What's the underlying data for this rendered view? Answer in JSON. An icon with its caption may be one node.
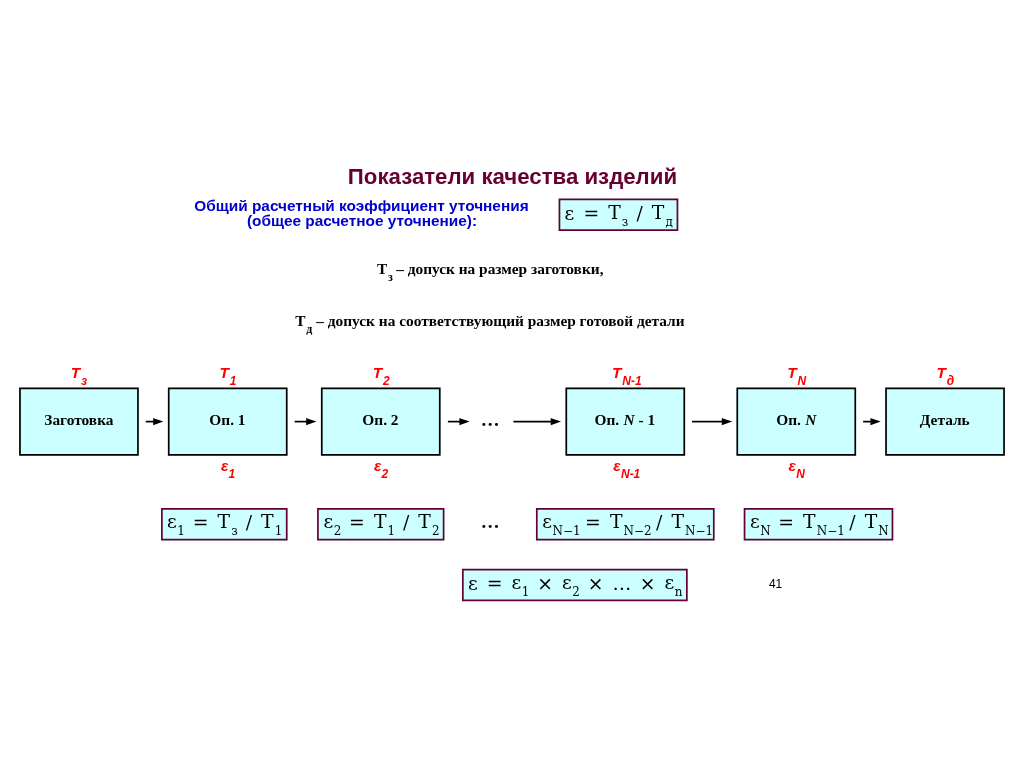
{
  "diagram": {
    "title": "Показатели качества изделий",
    "nodes": [
      {
        "text": [
          "Заготовка"
        ],
        "beside": [
          "T$_{з}$"
        ]
      },
      {
        "text": [
          "Оп. 1"
        ],
        "beside": [
          "T$_{1}$",
          "ε$_{1}$"
        ]
      },
      {
        "text": [
          "Оп. 2"
        ],
        "beside": [
          "T$_{2}$",
          "ε$_{2}$"
        ]
      },
      {
        "text": [
          "…"
        ]
      },
      {
        "text": [
          "Оп. *N* - 1"
        ],
        "beside": [
          "T$_{N-1}$",
          "ε$_{N-1}$"
        ]
      },
      {
        "text": [
          "Оп. *N*"
        ],
        "beside": [
          "T$_{N}$",
          "ε$_{N}$"
        ]
      },
      {
        "text": [
          "Деталь"
        ],
        "beside": [
          "T$_{д}$"
        ]
      },
      {
        "text": [
          "ε = T$_{з}$ / T$_{д}$"
        ]
      },
      {
        "text": [
          "ε$_{1}$ = T$_{з}$ / T$_{1}$"
        ]
      },
      {
        "text": [
          "ε$_{2}$ = T$_{1}$ / T$_{2}$"
        ]
      },
      {
        "text": [
          "ε$_{N−1}$ = T$_{N−2}$ / T$_{N−1}$"
        ]
      },
      {
        "text": [
          "ε$_{N}$ = T$_{N−1}$ / T$_{N}$"
        ]
      },
      {
        "text": [
          "ε = ε$_{1}$ × ε$_{2}$ × … × ε$_{n}$"
        ]
      }
    ],
    "edges": [
      {
        "from": 0,
        "to": 1,
        "arrow": "to"
      },
      {
        "from": 1,
        "to": 2,
        "arrow": "to"
      },
      {
        "from": 2,
        "to": 3,
        "arrow": "to"
      },
      {
        "from": 3,
        "to": 4,
        "arrow": "to"
      },
      {
        "from": 4,
        "to": 5,
        "arrow": "to"
      },
      {
        "from": 5,
        "to": 6,
        "arrow": "to"
      }
    ],
    "labels": [
      "Общий расчетный коэффициент уточнения (общее расчетное уточнение):",
      "T$_{з}$ – допуск на размер заготовки,",
      "T$_{д}$ – допуск на соответствующий размер готовой детали",
      "…",
      "41"
    ]
  }
}
